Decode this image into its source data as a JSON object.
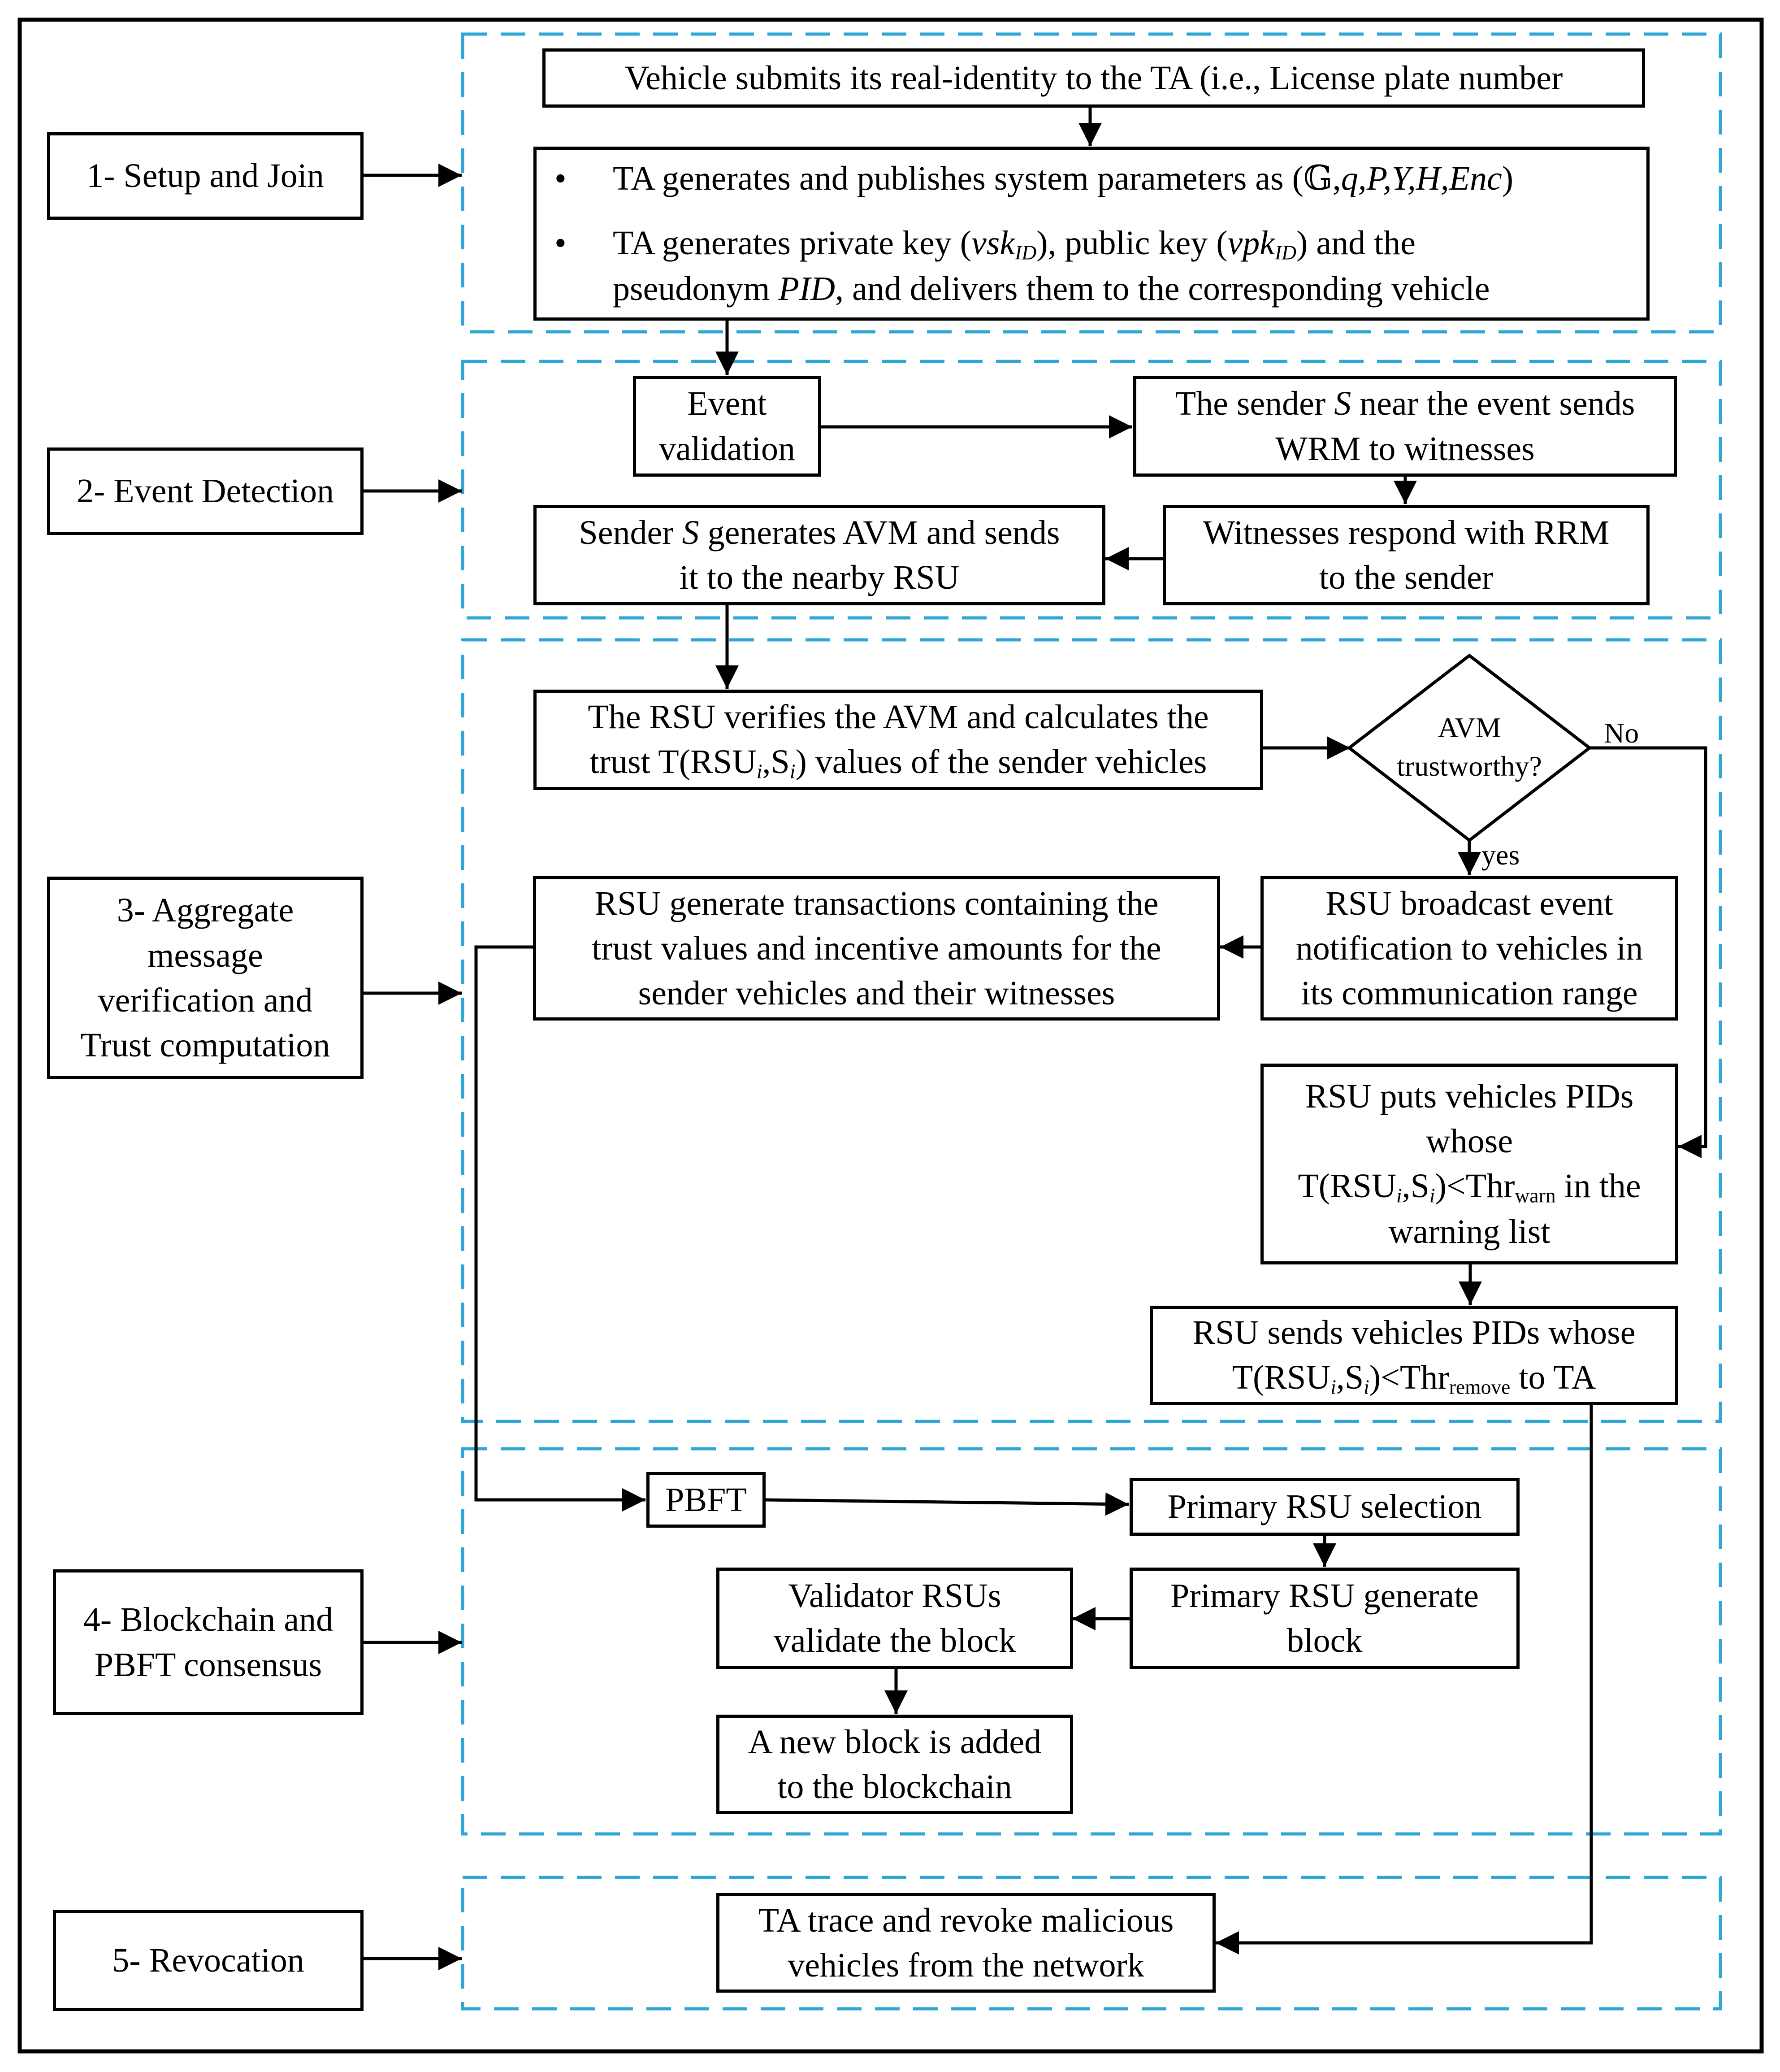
{
  "phases": [
    {
      "label": "1- Setup and Join"
    },
    {
      "label": "2- Event Detection"
    },
    {
      "label": "3- Aggregate message verification and Trust computation"
    },
    {
      "label": "4- Blockchain and PBFT consensus"
    },
    {
      "label": "5- Revocation"
    }
  ],
  "setup": {
    "submit": "Vehicle submits its real-identity to the TA (i.e., License plate number",
    "bullet1_prefix": "TA generates and publishes system parameters as (𝔾,",
    "bullet1_params": "q,P,Y,H,Enc",
    "bullet1_suffix": ")",
    "bullet2_a": "TA generates private key (",
    "bullet2_vsk": "vsk",
    "bullet2_b": "), public key (",
    "bullet2_vpk": "vpk",
    "bullet2_sub": "ID",
    "bullet2_c": ") and the",
    "bullet2_d": "pseudonym ",
    "bullet2_pid": "PID",
    "bullet2_e": ", and delivers them to the corresponding vehicle"
  },
  "event": {
    "validation": "Event validation",
    "wrm_a": "The sender ",
    "wrm_s": "S",
    "wrm_b": " near the event sends",
    "wrm_c": "WRM to witnesses",
    "rrm_a": "Witnesses respond with RRM",
    "rrm_b": "to the sender",
    "avm_a": "Sender ",
    "avm_s": "S",
    "avm_b": " generates AVM and sends",
    "avm_c": "it to the nearby RSU"
  },
  "aggregate": {
    "verify_a": "The RSU verifies the AVM and calculates the",
    "verify_b": "trust T(RSU",
    "verify_c": ",S",
    "verify_d": ") values of the sender vehicles",
    "decision_a": "AVM",
    "decision_b": "trustworthy?",
    "no": "No",
    "yes": "yes",
    "broadcast_a": "RSU broadcast event",
    "broadcast_b": "notification to vehicles in",
    "broadcast_c": "its communication range",
    "tx_a": "RSU generate transactions containing the",
    "tx_b": "trust values and incentive amounts for the",
    "tx_c": "sender vehicles and their witnesses",
    "warn_a": "RSU puts vehicles PIDs",
    "warn_b": "whose",
    "warn_c": "T(RSU",
    "warn_d": ",S",
    "warn_e": ")<Thr",
    "warn_sub": "warn",
    "warn_f": " in the",
    "warn_g": "warning list",
    "remove_a": "RSU sends vehicles PIDs whose",
    "remove_b": "T(RSU",
    "remove_c": ",S",
    "remove_d": ")<Thr",
    "remove_sub": "remove",
    "remove_e": " to TA",
    "sub_i": "i"
  },
  "blockchain": {
    "pbft": "PBFT",
    "primary_sel": "Primary RSU selection",
    "primary_gen": "Primary RSU generate block",
    "validate": "Validator RSUs validate the block",
    "added": "A new block is added to the blockchain"
  },
  "revocation": {
    "trace": "TA trace and revoke malicious vehicles from the network"
  },
  "colors": {
    "dashed_region": "#2ea6d6",
    "line": "#000000"
  }
}
